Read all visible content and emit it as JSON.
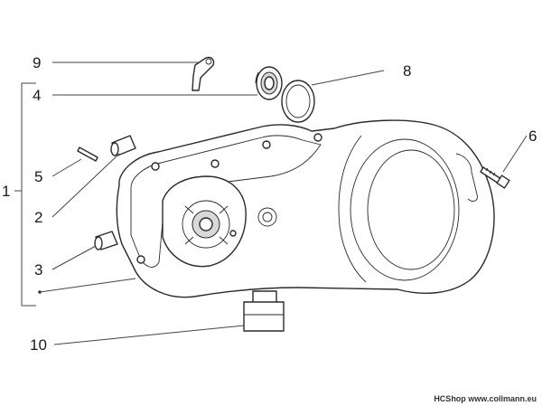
{
  "callouts": [
    {
      "id": "1",
      "label": "1"
    },
    {
      "id": "2",
      "label": "2"
    },
    {
      "id": "3",
      "label": "3"
    },
    {
      "id": "4",
      "label": "4"
    },
    {
      "id": "5",
      "label": "5"
    },
    {
      "id": "6",
      "label": "6"
    },
    {
      "id": "8",
      "label": "8"
    },
    {
      "id": "9",
      "label": "9"
    },
    {
      "id": "10",
      "label": "10"
    }
  ],
  "footer": {
    "text": "HCShop www.collmann.eu"
  }
}
